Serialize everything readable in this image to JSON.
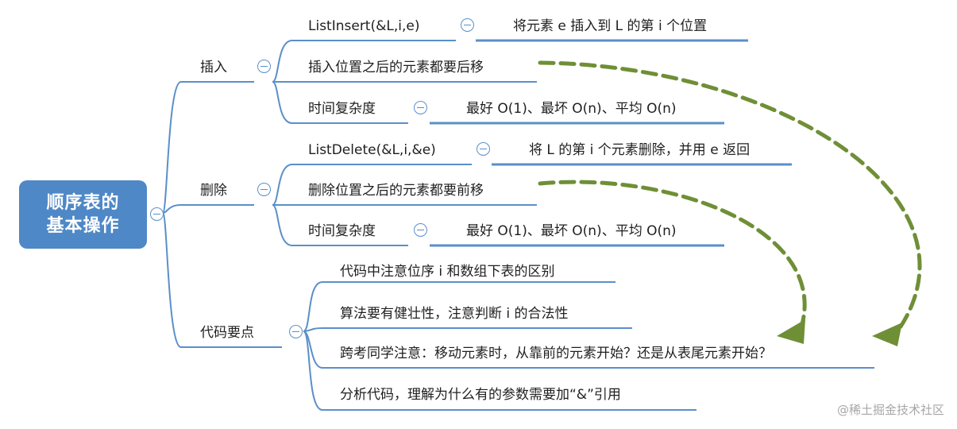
{
  "root": {
    "line1": "顺序表的",
    "line2": "基本操作"
  },
  "branches": {
    "insert": {
      "label": "插入",
      "children": {
        "signature": {
          "label": "ListInsert(&L,i,e)",
          "detail": "将元素 e 插入到 L 的第 i 个位置"
        },
        "shift": {
          "label": "插入位置之后的元素都要后移"
        },
        "complexity": {
          "label": "时间复杂度",
          "detail": "最好 O(1)、最坏 O(n)、平均 O(n)"
        }
      }
    },
    "delete": {
      "label": "删除",
      "children": {
        "signature": {
          "label": "ListDelete(&L,i,&e)",
          "detail": "将 L 的第 i 个元素删除，并用 e 返回"
        },
        "shift": {
          "label": "删除位置之后的元素都要前移"
        },
        "complexity": {
          "label": "时间复杂度",
          "detail": "最好 O(1)、最坏 O(n)、平均 O(n)"
        }
      }
    },
    "code": {
      "label": "代码要点",
      "children": [
        "代码中注意位序 i 和数组下表的区别",
        "算法要有健壮性，注意判断 i 的合法性",
        "跨考同学注意：移动元素时，从靠前的元素开始？还是从表尾元素开始？",
        "分析代码，理解为什么有的参数需要加“&”引用"
      ]
    }
  },
  "watermark": "@稀土掘金技术社区",
  "colors": {
    "line": "#5b8fc9",
    "node": "#4f88c6",
    "arrow": "#6f8f36"
  }
}
